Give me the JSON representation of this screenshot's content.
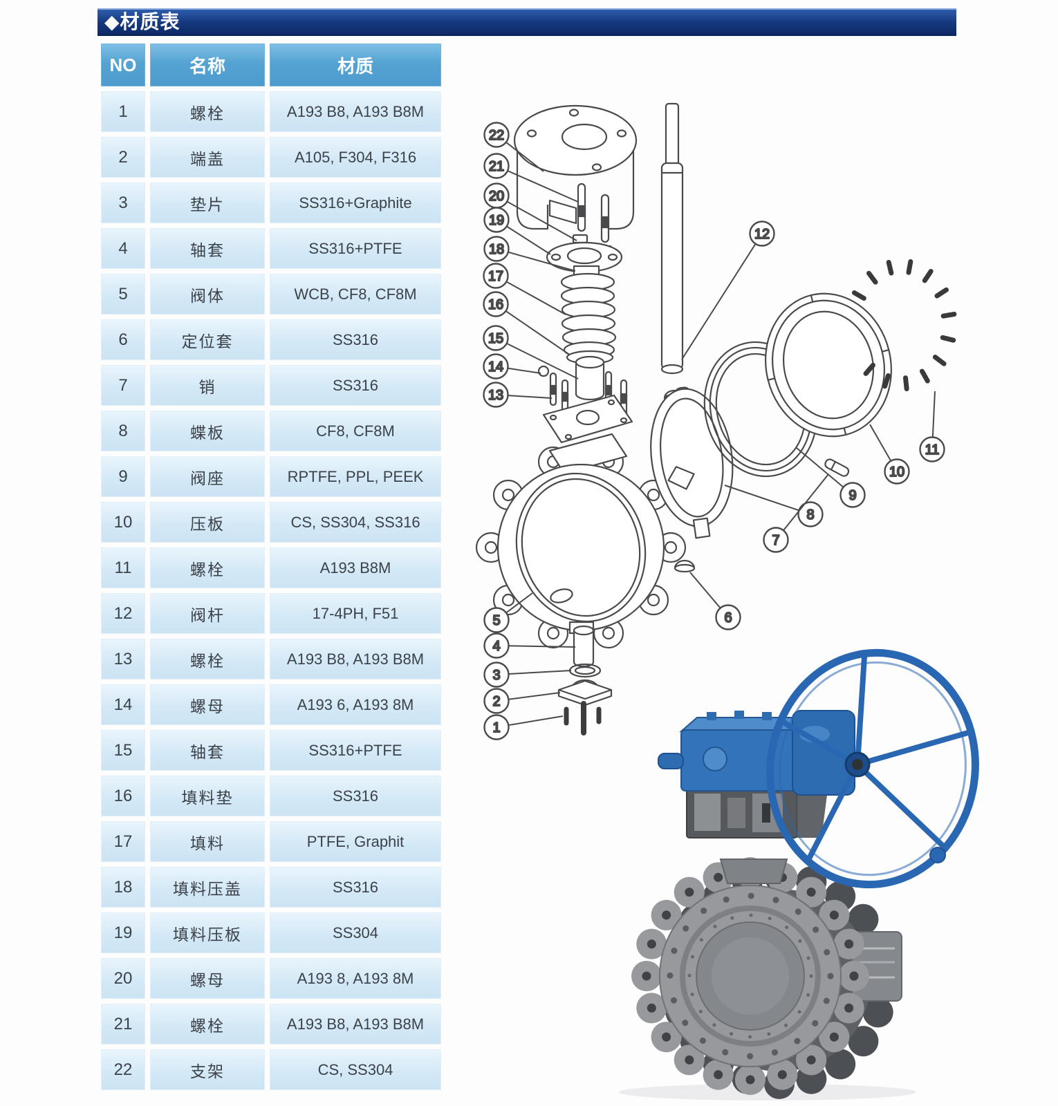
{
  "title": "◆材质表",
  "colors": {
    "title_bar_navy": "#16397f",
    "table_header_blue": "#55a3d2",
    "table_row_light_blue": "#d4e9f7",
    "line_art_gray": "#4a4a4c",
    "handwheel_blue": "#2a67b2",
    "gearbox_blue": "#3273ba",
    "valve_gray": "#97999c"
  },
  "table": {
    "headers": {
      "no": "NO",
      "name": "名称",
      "material": "材质"
    },
    "rows": [
      {
        "no": "1",
        "name": "螺栓",
        "material": "A193 B8, A193 B8M"
      },
      {
        "no": "2",
        "name": "端盖",
        "material": "A105, F304, F316"
      },
      {
        "no": "3",
        "name": "垫片",
        "material": "SS316+Graphite"
      },
      {
        "no": "4",
        "name": "轴套",
        "material": "SS316+PTFE"
      },
      {
        "no": "5",
        "name": "阀体",
        "material": "WCB, CF8, CF8M"
      },
      {
        "no": "6",
        "name": "定位套",
        "material": "SS316"
      },
      {
        "no": "7",
        "name": "销",
        "material": "SS316"
      },
      {
        "no": "8",
        "name": "蝶板",
        "material": "CF8, CF8M"
      },
      {
        "no": "9",
        "name": "阀座",
        "material": "RPTFE, PPL, PEEK"
      },
      {
        "no": "10",
        "name": "压板",
        "material": "CS, SS304, SS316"
      },
      {
        "no": "11",
        "name": "螺栓",
        "material": "A193 B8M"
      },
      {
        "no": "12",
        "name": "阀杆",
        "material": "17-4PH, F51"
      },
      {
        "no": "13",
        "name": "螺栓",
        "material": "A193 B8, A193 B8M"
      },
      {
        "no": "14",
        "name": "螺母",
        "material": "A193 6, A193 8M"
      },
      {
        "no": "15",
        "name": "轴套",
        "material": "SS316+PTFE"
      },
      {
        "no": "16",
        "name": "填料垫",
        "material": "SS316"
      },
      {
        "no": "17",
        "name": "填料",
        "material": "PTFE, Graphit"
      },
      {
        "no": "18",
        "name": "填料压盖",
        "material": "SS316"
      },
      {
        "no": "19",
        "name": "填料压板",
        "material": "SS304"
      },
      {
        "no": "20",
        "name": "螺母",
        "material": "A193 8, A193 8M"
      },
      {
        "no": "21",
        "name": "螺栓",
        "material": "A193 B8, A193 B8M"
      },
      {
        "no": "22",
        "name": "支架",
        "material": "CS, SS304"
      }
    ]
  },
  "diagram": {
    "callout_labels": [
      "1",
      "2",
      "3",
      "4",
      "5",
      "6",
      "7",
      "8",
      "9",
      "10",
      "11",
      "12",
      "13",
      "14",
      "15",
      "16",
      "17",
      "18",
      "19",
      "20",
      "21",
      "22"
    ]
  }
}
